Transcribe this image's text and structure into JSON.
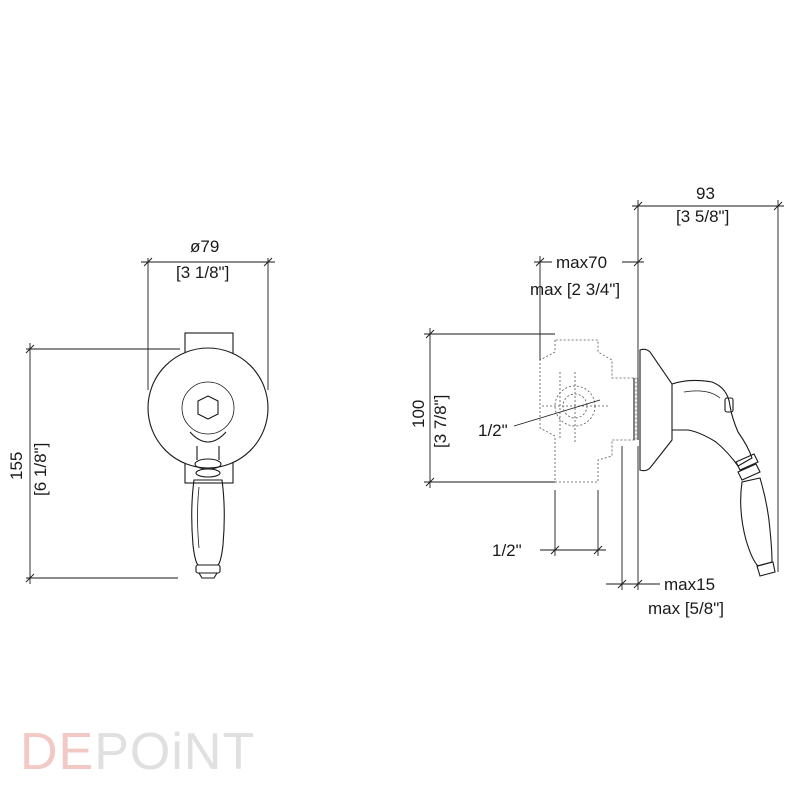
{
  "dimensions": {
    "front_diameter": "ø79",
    "front_diameter_inch": "[3 1/8\"]",
    "front_height": "155",
    "front_height_inch": "[6 1/8\"]",
    "overall_depth": "93",
    "overall_depth_inch": "[3 5/8\"]",
    "max_depth": "max70",
    "max_depth_inch": "max [2 3/4\"]",
    "body_height": "100",
    "body_height_inch": "[3 7/8\"]",
    "side_port": "1/2\"",
    "bottom_port": "1/2\"",
    "max_wall": "max15",
    "max_wall_inch": "max [5/8\"]"
  },
  "logo": {
    "part1": "DE",
    "part2": "POiNT"
  },
  "colors": {
    "line": "#1a1a1a",
    "logo_accent": "#f2c9c4",
    "logo_main": "#e0e0e0"
  }
}
